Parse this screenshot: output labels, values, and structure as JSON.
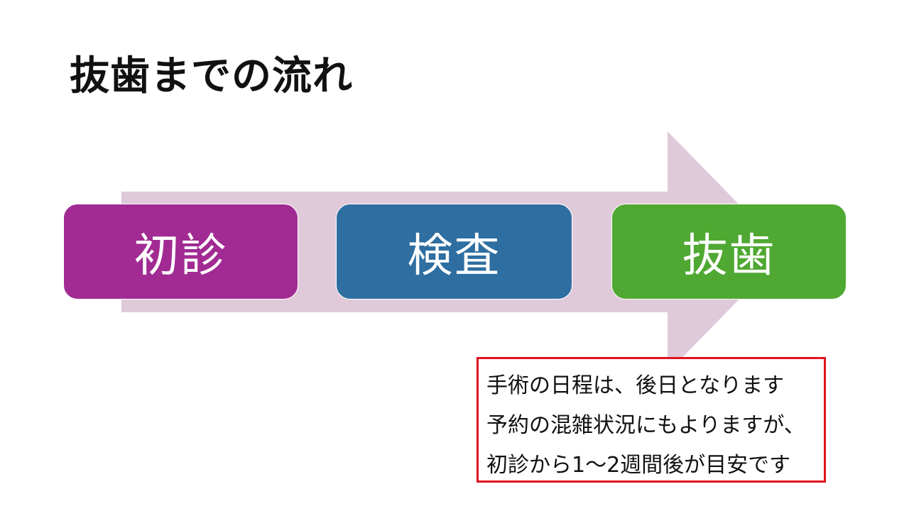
{
  "title": "抜歯までの流れ",
  "colors": {
    "arrow": "#e0cada",
    "step_1": "#a12b93",
    "step_2": "#2e6ea1",
    "step_3": "#4fa832",
    "note_border": "#e0141e",
    "text": "#111111"
  },
  "steps": [
    {
      "label": "初診"
    },
    {
      "label": "検査"
    },
    {
      "label": "抜歯"
    }
  ],
  "note": {
    "lines": [
      "手術の日程は、後日となります",
      "予約の混雑状況にもよりますが、",
      "初診から1～2週間後が目安です"
    ]
  }
}
